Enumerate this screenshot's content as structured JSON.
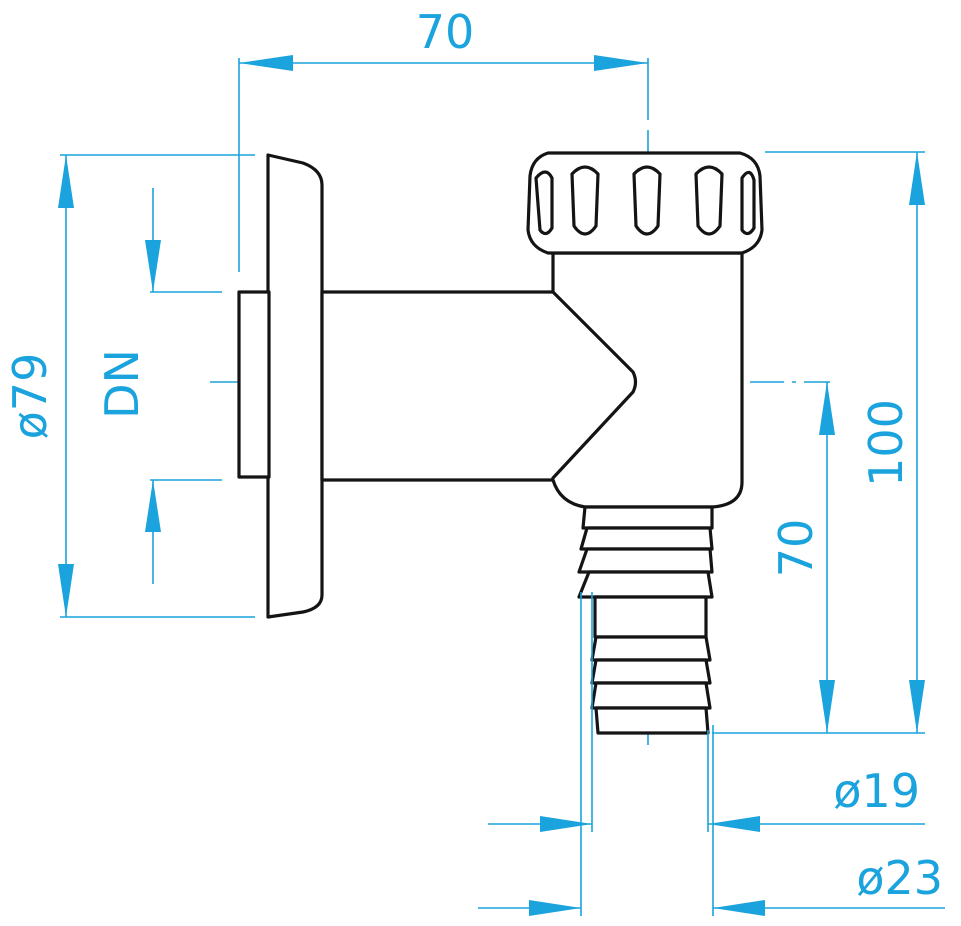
{
  "colors": {
    "dimension": "#1aa3dd",
    "outline": "#141414",
    "background": "#ffffff"
  },
  "dimensions": {
    "width_top": "70",
    "diameter_flange": "ø79",
    "nominal_diameter": "DN",
    "height_total": "100",
    "height_outlet": "70",
    "diameter_hose_inner": "ø19",
    "diameter_hose_outer": "ø23"
  }
}
